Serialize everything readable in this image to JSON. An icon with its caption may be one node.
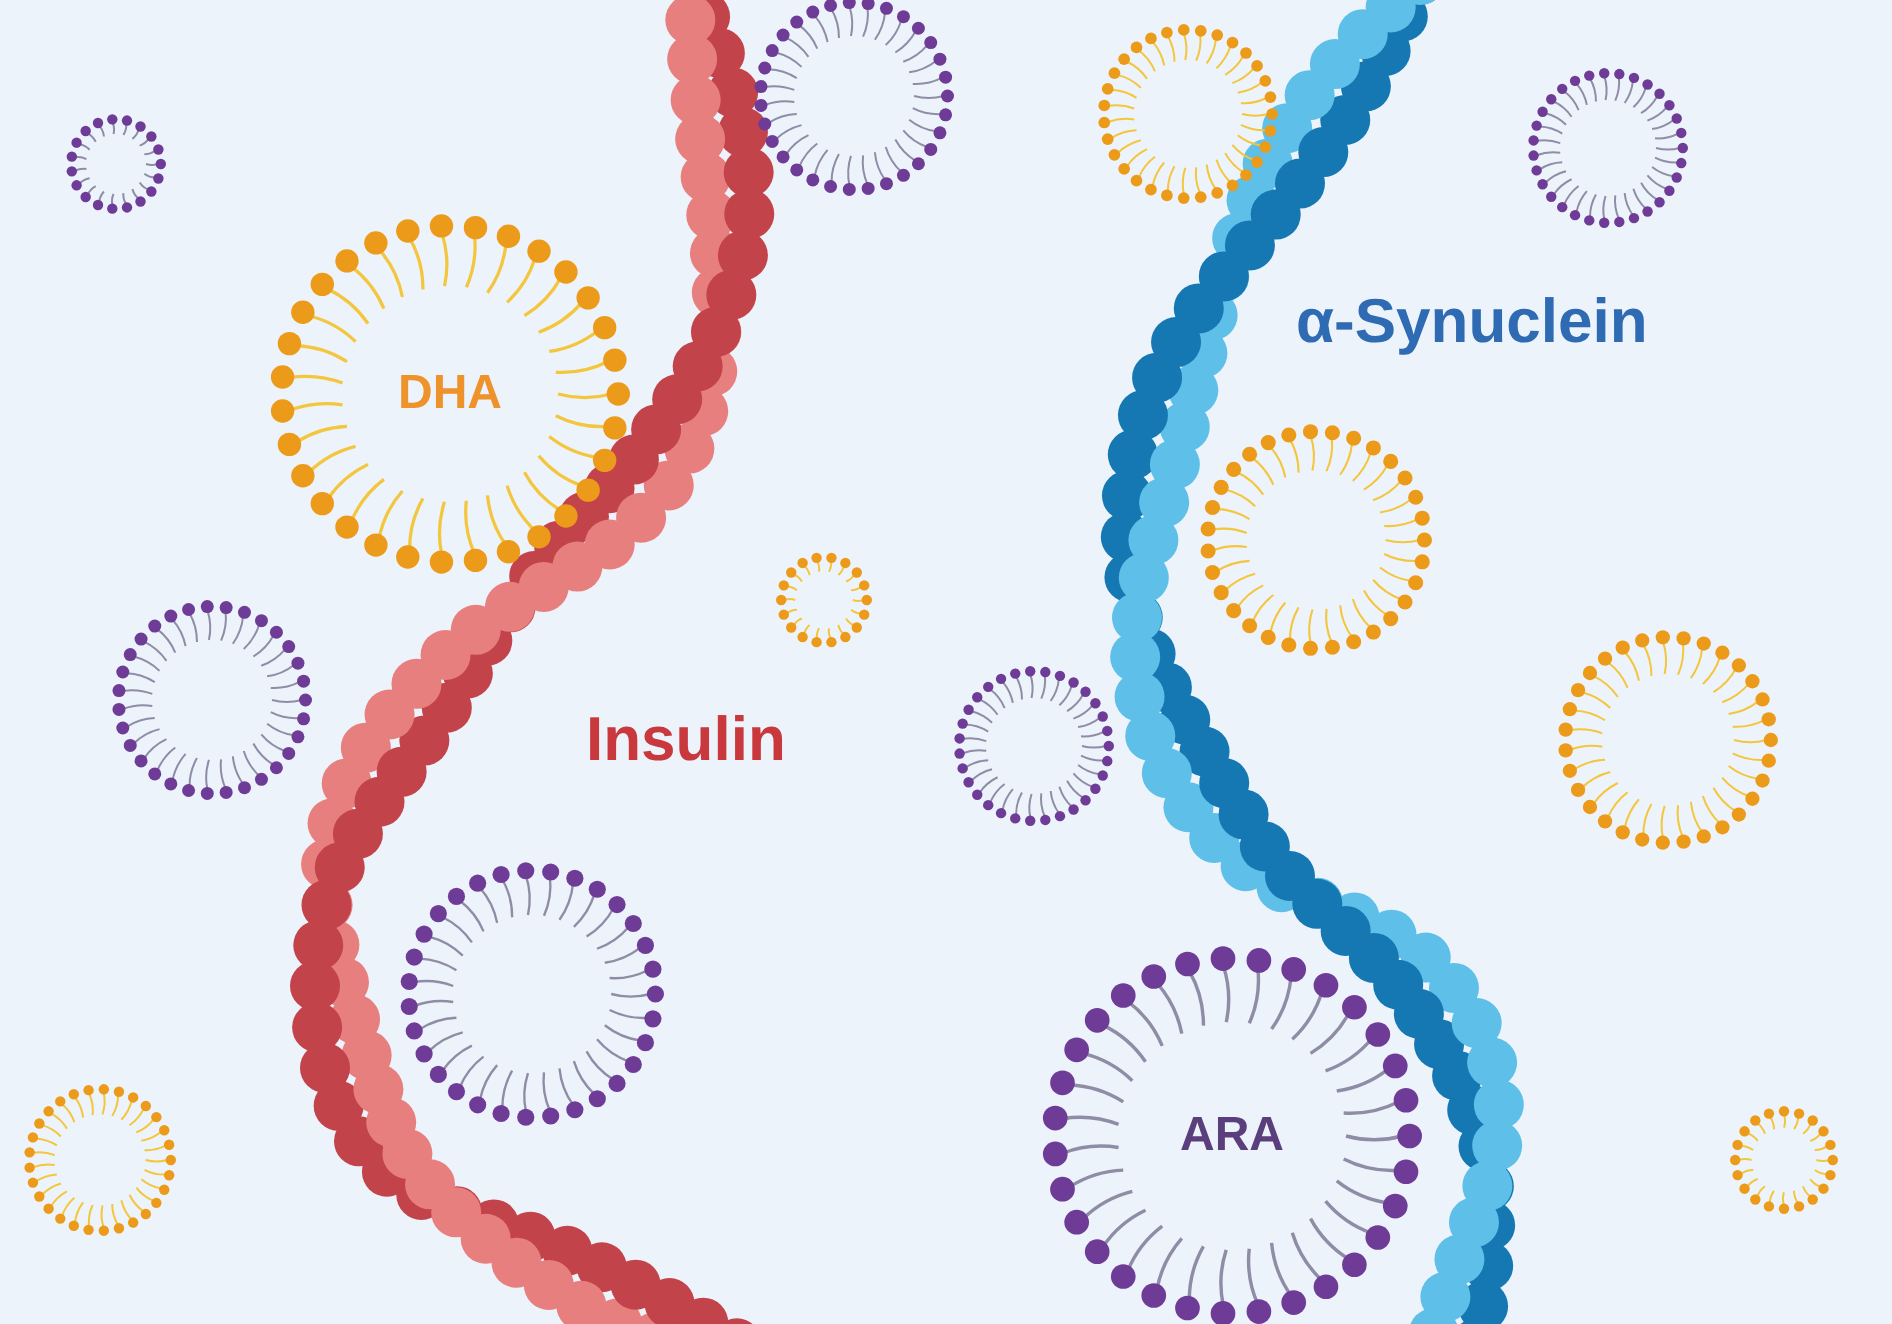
{
  "diagram": {
    "nodes": [
      {
        "text": [],
        "shape": "circle"
      },
      {
        "text": [],
        "shape": "circle"
      },
      {
        "text": [],
        "shape": "circle"
      },
      {
        "text": [],
        "shape": "circle"
      },
      {
        "text": [
          "DHA"
        ]
      },
      {
        "text": [],
        "shape": "circle"
      },
      {
        "text": [],
        "shape": "circle"
      },
      {
        "text": [],
        "shape": "circle"
      },
      {
        "text": [],
        "shape": "circle"
      },
      {
        "text": [],
        "shape": "circle"
      },
      {
        "text": [],
        "shape": "circle"
      },
      {
        "text": [
          "ARA"
        ]
      },
      {
        "text": [],
        "shape": "circle"
      },
      {
        "text": [],
        "shape": "circle"
      }
    ],
    "edges": [],
    "labels": [
      "α-Synuclein",
      "Insulin"
    ]
  }
}
